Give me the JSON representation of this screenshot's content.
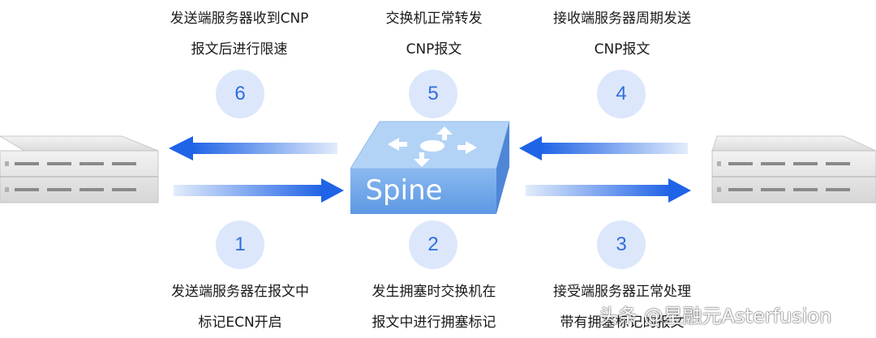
{
  "steps": [
    {
      "num": "1",
      "line1": "发送端服务器在报文中",
      "line2": "标记ECN开启"
    },
    {
      "num": "2",
      "line1": "发生拥塞时交换机在",
      "line2": "报文中进行拥塞标记"
    },
    {
      "num": "3",
      "line1": "接受端服务器正常处理",
      "line2": "带有拥塞标记的报文"
    },
    {
      "num": "4",
      "line1": "接收端服务器周期发送",
      "line2": "CNP报文"
    },
    {
      "num": "5",
      "line1": "交换机正常转发",
      "line2": "CNP报文"
    },
    {
      "num": "6",
      "line1": "发送端服务器收到CNP",
      "line2": "报文后进行限速"
    }
  ],
  "switch_label": "Spine",
  "watermark": "头条 @星融元Asterfusion",
  "colors": {
    "arrow": "#1f63e6",
    "circle_bg": "#dde7fb",
    "circle_text": "#2f6de0",
    "switch_top": "#b3d3f6",
    "switch_front": "#6fa8ea"
  }
}
